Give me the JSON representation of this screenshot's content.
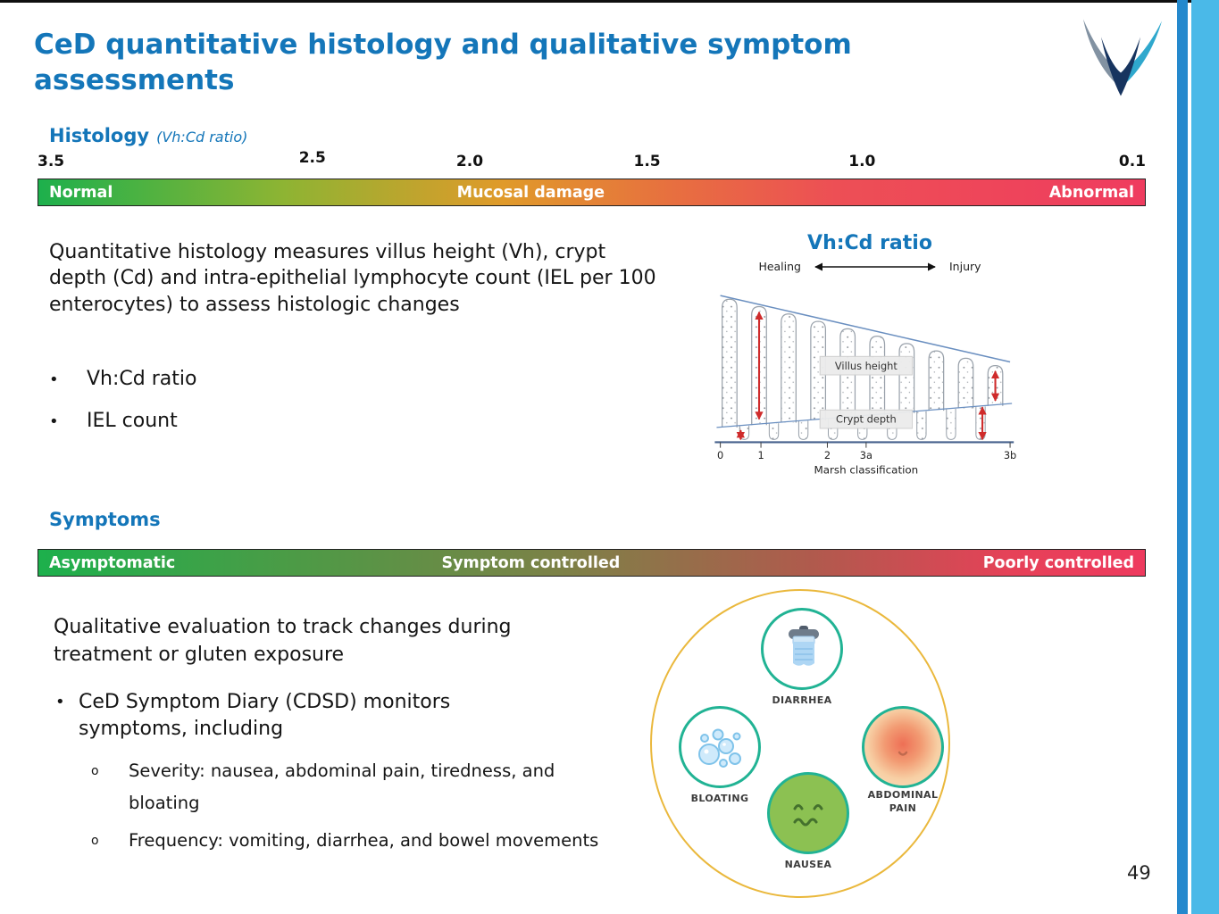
{
  "slide": {
    "title": "CeD quantitative histology and qualitative symptom assessments",
    "page_number": "49"
  },
  "colors": {
    "accent_blue": "#1476b9",
    "scale_green": "#1db04c",
    "scale_red": "#ee3a5e",
    "stripe_light_blue": "#4ab9e8",
    "stripe_medium_blue": "#2589cd",
    "wheel_gold": "#eab83c",
    "icon_ring_teal": "#21b394"
  },
  "histology": {
    "heading": "Histology",
    "heading_note": "(Vh:Cd ratio)",
    "scale": {
      "ticks": [
        "3.5",
        "2.5",
        "2.0",
        "1.5",
        "1.0",
        "0.1"
      ],
      "labels": [
        "Normal",
        "Mucosal damage",
        "Abnormal"
      ]
    },
    "paragraph": "Quantitative histology measures villus height (Vh), crypt depth (Cd) and intra-epithelial lymphocyte count (IEL per 100 enterocytes) to assess histologic changes",
    "bullets": [
      "Vh:Cd ratio",
      "IEL count"
    ],
    "diagram": {
      "title": "Vh:Cd ratio",
      "left_label": "Healing",
      "right_label": "Injury",
      "villus_label": "Villus height",
      "crypt_label": "Crypt depth",
      "axis_ticks": [
        "0",
        "1",
        "2",
        "3a",
        "3b"
      ],
      "axis_title": "Marsh classification"
    }
  },
  "symptoms": {
    "heading": "Symptoms",
    "scale": {
      "labels": [
        "Asymptomatic",
        "Symptom controlled",
        "Poorly controlled"
      ]
    },
    "paragraph": "Qualitative evaluation to track changes during treatment or gluten exposure",
    "bullet": "CeD Symptom Diary (CDSD) monitors symptoms, including",
    "sub_bullets": [
      "Severity: nausea, abdominal pain, tiredness, and bloating",
      "Frequency: vomiting, diarrhea, and bowel movements"
    ],
    "icons": [
      {
        "icon": "toilet-paper-icon",
        "label": "DIARRHEA"
      },
      {
        "icon": "bubbles-icon",
        "label": "BLOATING"
      },
      {
        "icon": "belly-icon",
        "label": "ABDOMINAL PAIN"
      },
      {
        "icon": "nausea-face-icon",
        "label": "NAUSEA"
      }
    ]
  }
}
